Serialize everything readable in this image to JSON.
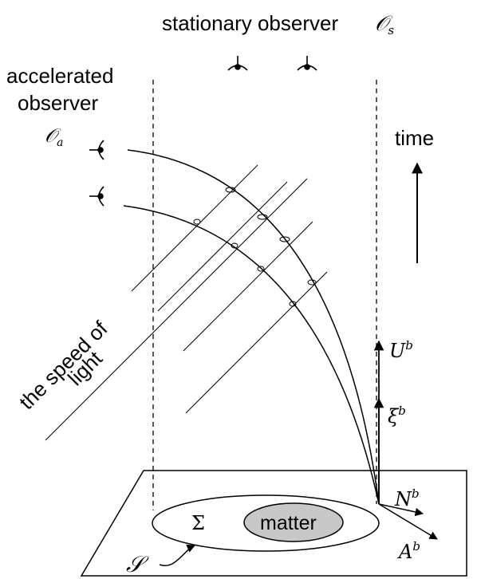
{
  "labels": {
    "stationary_observer": "stationary observer",
    "stationary_observer_symbol": "𝒪",
    "stationary_observer_sub": "s",
    "accelerated_observer_line1": "accelerated",
    "accelerated_observer_line2": "observer",
    "accelerated_observer_symbol": "𝒪",
    "accelerated_observer_sub": "a",
    "time": "time",
    "speed_of_light_line1": "the speed of",
    "speed_of_light_line2": "light",
    "U_base": "U",
    "U_sup": "b",
    "xi_base": "ξ",
    "xi_sup": "b",
    "N_base": "N",
    "N_sup": "b",
    "A_base": "A",
    "A_sup": "b",
    "sigma": "Σ",
    "matter": "matter",
    "surface": "𝒮"
  },
  "colors": {
    "line": "#000000",
    "matter_fill": "#c8c8c8",
    "background": "#ffffff"
  },
  "icons": [
    "eye-icon"
  ]
}
